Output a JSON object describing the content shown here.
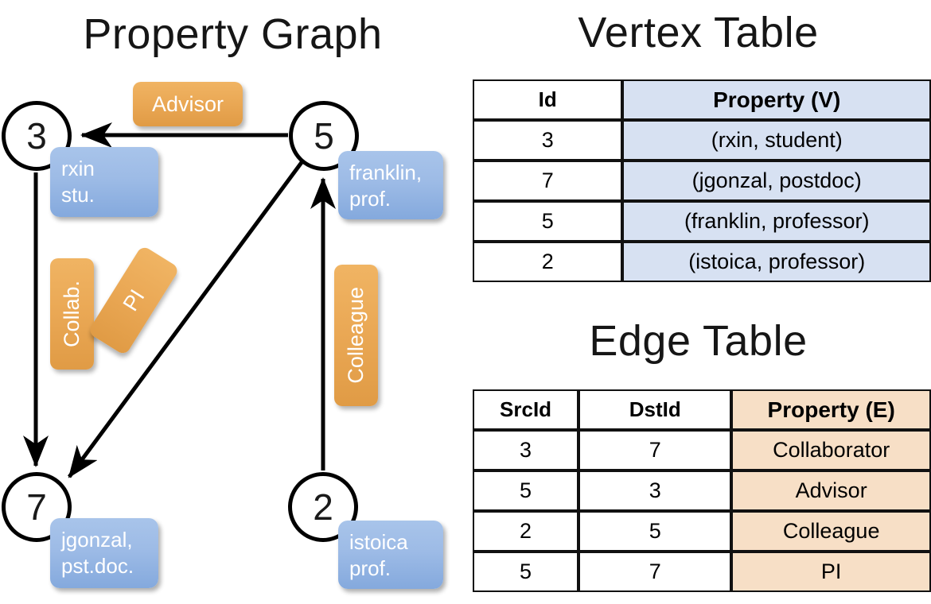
{
  "titles": {
    "property_graph": "Property Graph",
    "vertex_table": "Vertex Table",
    "edge_table": "Edge Table"
  },
  "colors": {
    "vertex_property_cell": "#d7e1f2",
    "edge_property_cell": "#f7dfc6",
    "vertex_bubble": "#9dbbe6",
    "edge_label_chip": "#eaa855",
    "stroke": "#111111"
  },
  "graph": {
    "nodes": [
      {
        "id": "3",
        "label": "3",
        "property_lines": [
          "rxin",
          "stu."
        ]
      },
      {
        "id": "5",
        "label": "5",
        "property_lines": [
          "franklin,",
          "prof."
        ]
      },
      {
        "id": "7",
        "label": "7",
        "property_lines": [
          "jgonzal,",
          "pst.doc."
        ]
      },
      {
        "id": "2",
        "label": "2",
        "property_lines": [
          "istoica",
          "prof."
        ]
      }
    ],
    "node_property_text": {
      "rxin": "rxin\nstu.",
      "franklin": "franklin,\nprof.",
      "jgonzal": "jgonzal,\npst.doc.",
      "istoica": "istoica\nprof."
    },
    "edge_labels": {
      "advisor": "Advisor",
      "collab": "Collab.",
      "pi": "PI",
      "colleague": "Colleague"
    },
    "edges": [
      {
        "from": "5",
        "to": "3",
        "label": "Advisor"
      },
      {
        "from": "3",
        "to": "7",
        "label": "Collab."
      },
      {
        "from": "5",
        "to": "7",
        "label": "PI"
      },
      {
        "from": "2",
        "to": "5",
        "label": "Colleague"
      }
    ]
  },
  "vertex_table": {
    "headers": [
      "Id",
      "Property (V)"
    ],
    "rows": [
      {
        "id": "3",
        "property": "(rxin, student)"
      },
      {
        "id": "7",
        "property": "(jgonzal, postdoc)"
      },
      {
        "id": "5",
        "property": "(franklin, professor)"
      },
      {
        "id": "2",
        "property": "(istoica, professor)"
      }
    ]
  },
  "edge_table": {
    "headers": [
      "SrcId",
      "DstId",
      "Property (E)"
    ],
    "rows": [
      {
        "src": "3",
        "dst": "7",
        "property": "Collaborator"
      },
      {
        "src": "5",
        "dst": "3",
        "property": "Advisor"
      },
      {
        "src": "2",
        "dst": "5",
        "property": "Colleague"
      },
      {
        "src": "5",
        "dst": "7",
        "property": "PI"
      }
    ]
  }
}
